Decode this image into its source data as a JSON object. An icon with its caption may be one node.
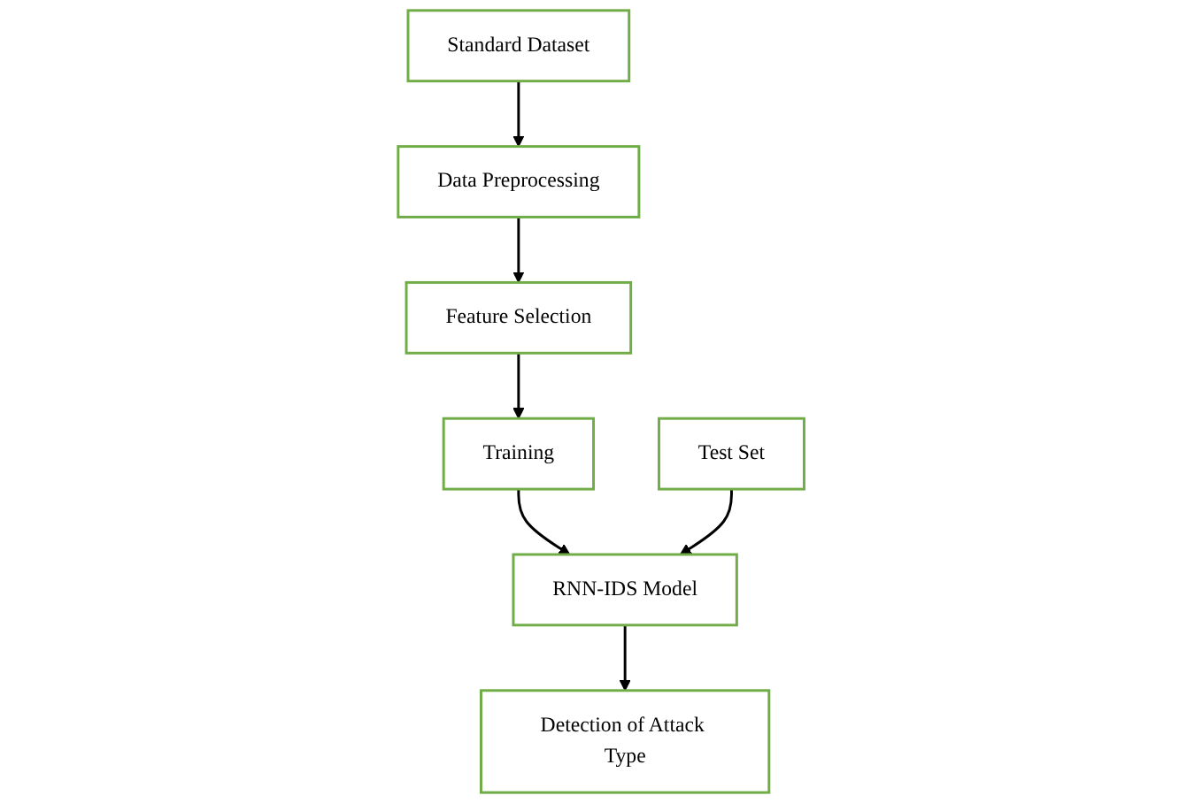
{
  "diagram": {
    "nodes": [
      {
        "text": [
          "Standard Dataset"
        ]
      },
      {
        "text": [
          "Data Preprocessing"
        ]
      },
      {
        "text": [
          "Feature Selection"
        ]
      },
      {
        "text": [
          "Training"
        ]
      },
      {
        "text": [
          "Test Set"
        ]
      },
      {
        "text": [
          "RNN-IDS Model"
        ]
      },
      {
        "text": [
          "Detection of Attack Type"
        ]
      }
    ],
    "edges": [
      {
        "from": 0,
        "to": 1,
        "arrow": "to"
      },
      {
        "from": 1,
        "to": 2,
        "arrow": "to"
      },
      {
        "from": 2,
        "to": 3,
        "arrow": "to"
      },
      {
        "from": 3,
        "to": 5,
        "arrow": "to"
      },
      {
        "from": 4,
        "to": 5,
        "arrow": "to"
      },
      {
        "from": 5,
        "to": 6,
        "arrow": "to"
      }
    ]
  }
}
